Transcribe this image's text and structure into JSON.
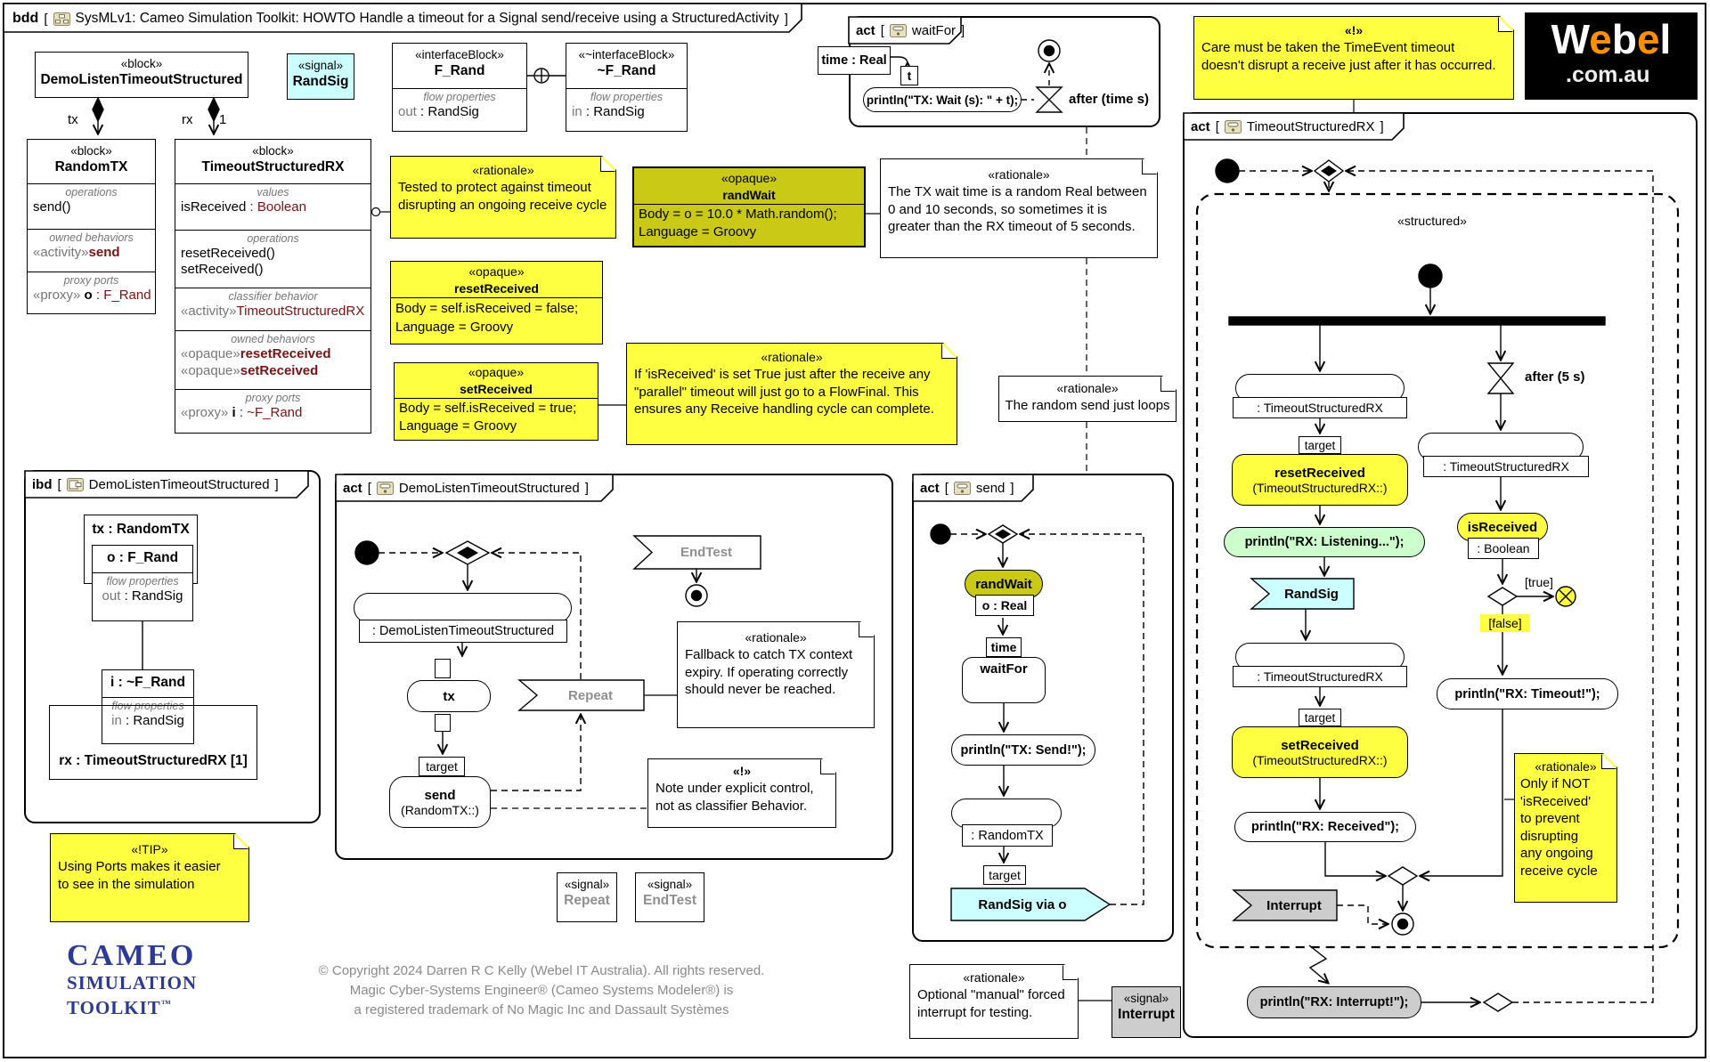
{
  "colors": {
    "note_yellow": "#ffff42",
    "opaque_olive": "#c9c916",
    "action_green": "#ccffcc",
    "signal_cyan": "#ccffff",
    "gray_fill": "#cdcdcd",
    "type_maroon": "#7a1212",
    "label_gray": "#767676",
    "logo_blue": "#2b3a96",
    "logo_orange": "#ff9100"
  },
  "syntax": {
    "open": "[",
    "close": "]"
  },
  "diagram": {
    "kind": "bdd",
    "name": "SysMLv1: Cameo Simulation Toolkit: HOWTO Handle a timeout for a Signal send/receive using a StructuredActivity"
  },
  "blocks": {
    "demo": {
      "st": "«block»",
      "name": "DemoListenTimeoutStructured"
    },
    "randomtx": {
      "st": "«block»",
      "name": "RandomTX",
      "ops_label": "operations",
      "op1": "send()",
      "beh_label": "owned behaviors",
      "beh1_st": "«activity»",
      "beh1": "send",
      "ports_label": "proxy ports",
      "port_st": "«proxy» ",
      "port_name": "o",
      "port_type": " : F_Rand"
    },
    "rx": {
      "st": "«block»",
      "name": "TimeoutStructuredRX",
      "vals_label": "values",
      "val_name": "isReceived",
      "val_type": " : Boolean",
      "ops_label": "operations",
      "op1": "resetReceived()",
      "op2": "setReceived()",
      "cb_label": "classifier behavior",
      "cb_st": "«activity»",
      "cb": "TimeoutStructuredRX",
      "ob_label": "owned behaviors",
      "ob1_st": "«opaque»",
      "ob1": "resetReceived",
      "ob2_st": "«opaque»",
      "ob2": "setReceived",
      "ports_label": "proxy ports",
      "port_st": "«proxy» ",
      "port_name": "i",
      "port_type": " : ~F_Rand"
    },
    "edge_tx": "tx",
    "edge_rx": "rx",
    "edge_mult": "1"
  },
  "signals": {
    "randsig": {
      "st": "«signal»",
      "name": "RandSig"
    },
    "repeat": {
      "st": "«signal»",
      "name": "Repeat"
    },
    "endtest": {
      "st": "«signal»",
      "name": "EndTest"
    },
    "interrupt": {
      "st": "«signal»",
      "name": "Interrupt"
    }
  },
  "interfaces": {
    "frand": {
      "st": "«interfaceBlock»",
      "name": "F_Rand",
      "flow_label": "flow properties",
      "flow_dir": "out",
      "flow_type": " : RandSig"
    },
    "nfrand": {
      "st": "«~interfaceBlock»",
      "name": "~F_Rand",
      "flow_label": "flow properties",
      "flow_dir": "in",
      "flow_type": " : RandSig"
    }
  },
  "waitfor": {
    "kind": "act",
    "name": "waitFor",
    "param": "time : Real",
    "pin": "t",
    "println": "println(\"TX: Wait (s): \" + t);",
    "after": "after (time s)"
  },
  "demo_act": {
    "kind": "act",
    "name": "DemoListenTimeoutStructured",
    "call_label": ": DemoListenTimeoutStructured",
    "tx": "tx",
    "target": "target",
    "send": "send",
    "send_qual": "(RandomTX::)",
    "repeat": "Repeat",
    "endtest": "EndTest"
  },
  "send_act": {
    "kind": "act",
    "name": "send",
    "randwait": "randWait",
    "opin": "o : Real",
    "time": "time",
    "waitfor": "waitFor",
    "println": "println(\"TX: Send!\");",
    "obj": ": RandomTX",
    "target": "target",
    "sendsig": "RandSig via o"
  },
  "rx_act": {
    "kind": "act",
    "name": "TimeoutStructuredRX",
    "structured": "«structured»",
    "obj": ": TimeoutStructuredRX",
    "target": "target",
    "reset": "resetReceived",
    "reset_qual": "(TimeoutStructuredRX::)",
    "listening": "println(\"RX: Listening...\");",
    "randsig": "RandSig",
    "set": "setReceived",
    "set_qual": "(TimeoutStructuredRX::)",
    "received": "println(\"RX: Received\");",
    "after": "after (5 s)",
    "isreceived": "isReceived",
    "bool": ": Boolean",
    "true": "[true]",
    "false": "[false]",
    "timeout": "println(\"RX: Timeout!\");",
    "interrupt": "Interrupt",
    "interrupt_println": "println(\"RX: Interrupt!\");"
  },
  "ibd": {
    "kind": "ibd",
    "name": "DemoListenTimeoutStructured",
    "tx_part": "tx : RandomTX",
    "o_port": "o : F_Rand",
    "flow_label": "flow properties",
    "o_flow_dir": "out",
    "o_flow_type": " : RandSig",
    "i_port": "i : ~F_Rand",
    "i_flow_dir": "in",
    "i_flow_type": " : RandSig",
    "rx_part": "rx : TimeoutStructuredRX [1]"
  },
  "opaques": {
    "randwait": {
      "st": "«opaque»",
      "name": "randWait",
      "body": "Body = o = 10.0 * Math.random();",
      "lang": "Language = Groovy"
    },
    "reset": {
      "st": "«opaque»",
      "name": "resetReceived",
      "body": "Body = self.isReceived = false;",
      "lang": "Language = Groovy"
    },
    "set": {
      "st": "«opaque»",
      "name": "setReceived",
      "body": "Body = self.isReceived = true;",
      "lang": "Language = Groovy"
    }
  },
  "notes": {
    "tested": {
      "st": "«rationale»",
      "l1": "Tested to protect against timeout",
      "l2": "disrupting an ongoing receive cycle"
    },
    "txwait": {
      "st": "«rationale»",
      "l1": "The TX wait time is a random Real between",
      "l2": "0 and 10 seconds, so sometimes it is",
      "l3": "greater than the RX timeout of 5 seconds."
    },
    "flowfinal": {
      "st": "«rationale»",
      "l1": "If 'isReceived' is set True just after the receive any",
      "l2": "\"parallel\" timeout will just go to a FlowFinal. This",
      "l3": "ensures any Receive handling cycle can complete."
    },
    "care": {
      "st": "«!»",
      "l1": "Care must be taken the TimeEvent timeout",
      "l2": "doesn't disrupt a receive just after it has occurred."
    },
    "loops": {
      "st": "«rationale»",
      "l1": "The random send just loops"
    },
    "fallback": {
      "st": "«rationale»",
      "l1": "Fallback to catch TX context",
      "l2": "expiry. If operating correctly",
      "l3": "should never be reached."
    },
    "explicit": {
      "st": "«!»",
      "l1": "Note under explicit control,",
      "l2": "not as classifier Behavior."
    },
    "tip": {
      "st": "«!TIP»",
      "l1": "Using Ports makes it easier",
      "l2": "to see in the simulation"
    },
    "manual": {
      "st": "«rationale»",
      "l1": "Optional \"manual\" forced",
      "l2": "interrupt for testing."
    },
    "only": {
      "st": "«rationale»",
      "l1": "Only if NOT",
      "l2": "'isReceived'",
      "l3": "to prevent",
      "l4": "disrupting",
      "l5": "any ongoing",
      "l6": "receive cycle"
    }
  },
  "logos": {
    "webel": {
      "w": "W",
      "e1": "e",
      "b": "b",
      "e2": "e",
      "l": "l",
      "domain": ".com.au"
    },
    "cameo": {
      "line1": "Cameo",
      "line2": "Simulation Toolkit",
      "tm": "™"
    }
  },
  "copyright": {
    "l1": "© Copyright 2024 Darren R C Kelly (Webel IT Australia). All rights reserved.",
    "l2": "Magic Cyber-Systems Engineer® (Cameo Systems Modeler®) is",
    "l3": "a registered trademark of No Magic Inc and Dassault Systèmes"
  }
}
